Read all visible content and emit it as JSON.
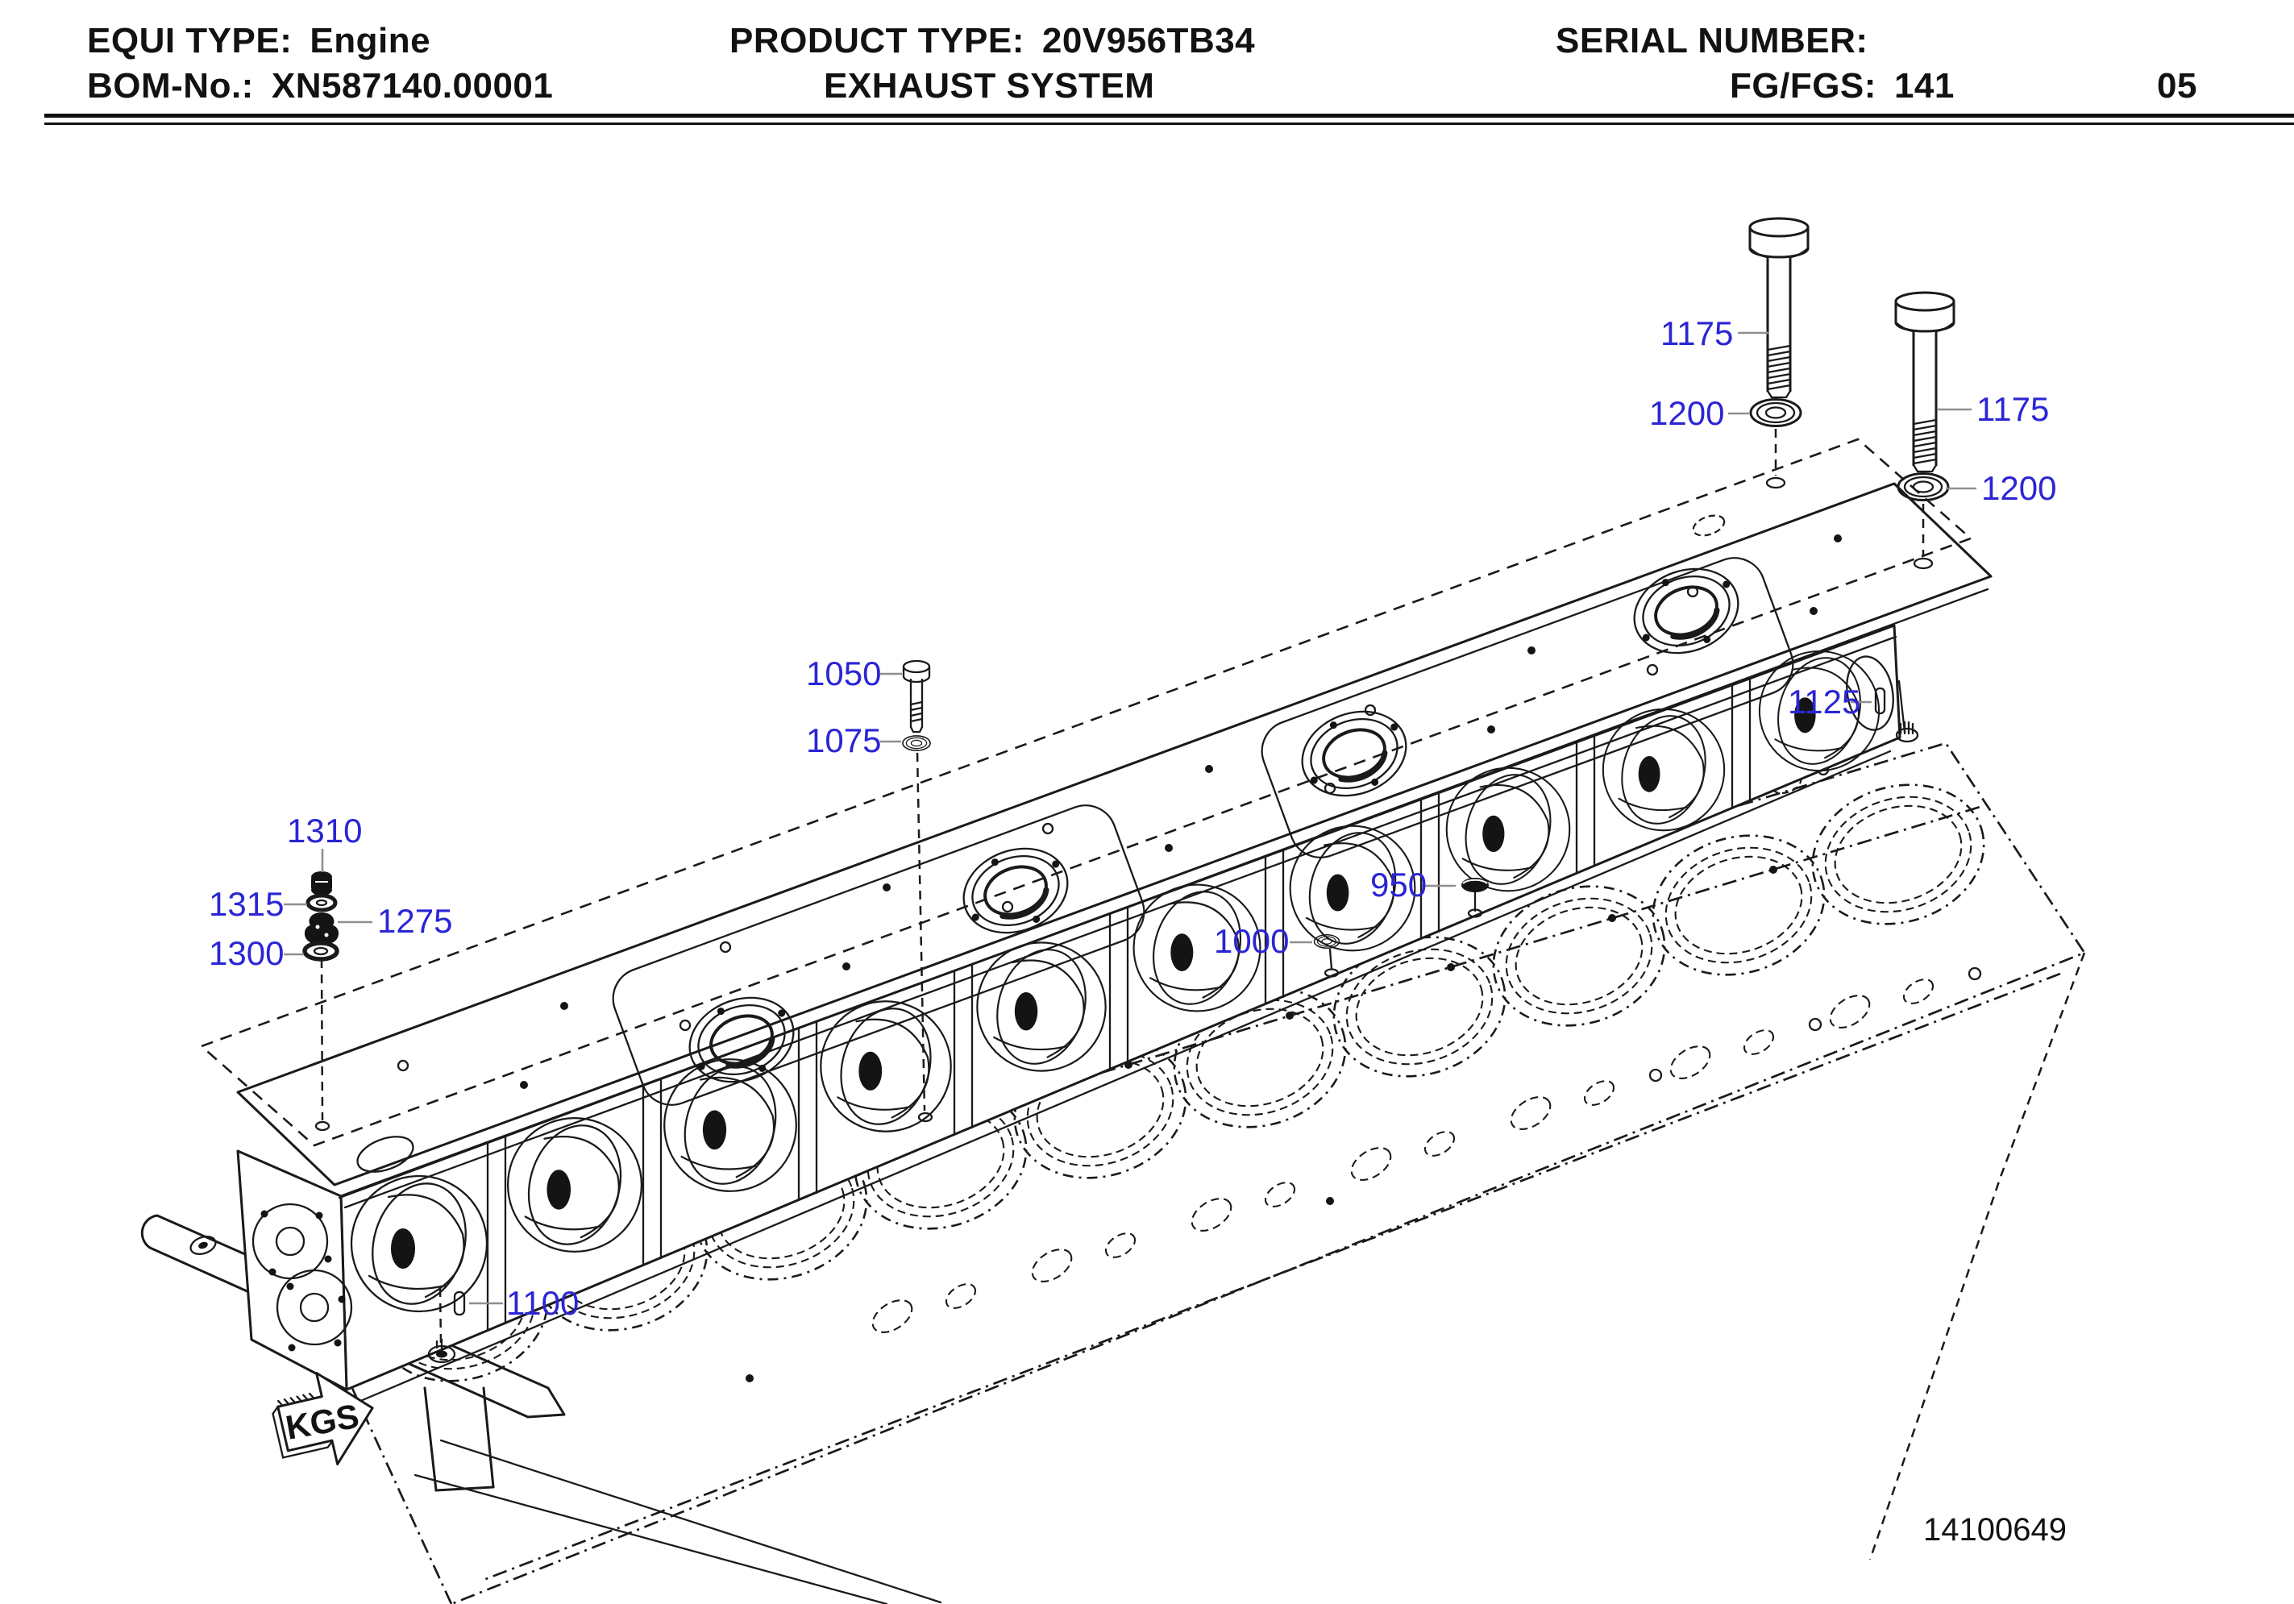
{
  "header": {
    "equi_type_label": "EQUI TYPE:",
    "equi_type_value": "Engine",
    "bom_label": "BOM-No.:",
    "bom_value": "XN587140.00001",
    "product_type_label": "PRODUCT TYPE:",
    "product_type_value": "20V956TB34",
    "system_title": "EXHAUST SYSTEM",
    "serial_label": "SERIAL NUMBER:",
    "serial_value": "",
    "fg_label": "FG/FGS:",
    "fg_value": "141",
    "sheet_number": "05"
  },
  "diagram": {
    "drawing_number": "14100649",
    "kgs_marker": "KGS",
    "callouts": [
      {
        "label": "1175"
      },
      {
        "label": "1200"
      },
      {
        "label": "1175"
      },
      {
        "label": "1200"
      },
      {
        "label": "1050"
      },
      {
        "label": "1075"
      },
      {
        "label": "1125"
      },
      {
        "label": "1310"
      },
      {
        "label": "1315"
      },
      {
        "label": "1275"
      },
      {
        "label": "1300"
      },
      {
        "label": "950"
      },
      {
        "label": "1000"
      },
      {
        "label": "1100"
      }
    ]
  },
  "colors": {
    "callout": "#2B25D5",
    "line": "#1a1a1a",
    "leader": "#8f8f8f"
  }
}
